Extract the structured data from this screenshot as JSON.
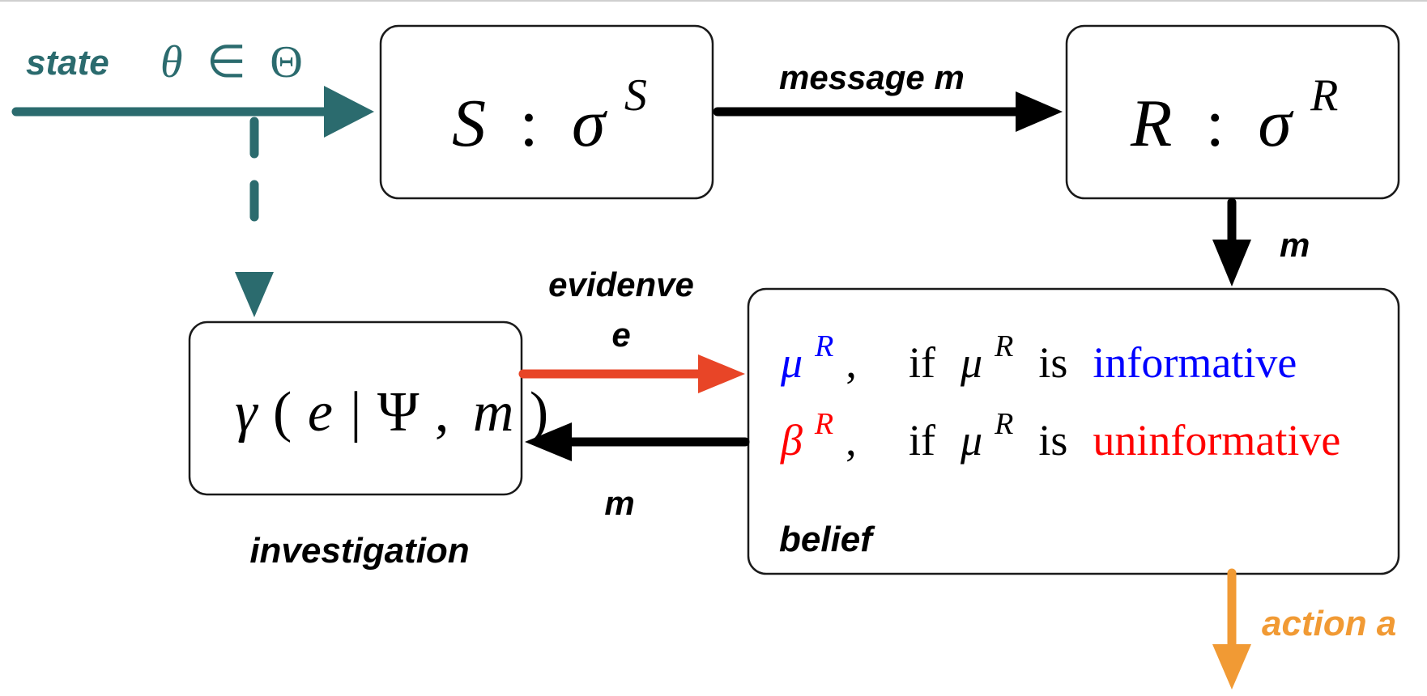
{
  "colors": {
    "teal": "#2b6b6e",
    "black": "#000000",
    "red": "#e84527",
    "orange": "#f19a34",
    "blue": "#0000ff",
    "math_red": "#ff0000",
    "box_border": "#1a1a1a"
  },
  "labels": {
    "state": "state",
    "message_m": "message m",
    "m_right": "m",
    "evidence_line1": "evidenve",
    "evidence_line2": "e",
    "m_bottom": "m",
    "investigation": "investigation",
    "belief": "belief",
    "action": "action a"
  },
  "math": {
    "theta": "θ",
    "in": "∈",
    "Theta": "Θ",
    "sender_symbol": "S",
    "receiver_symbol": "R",
    "colon": ":",
    "sigma": "σ",
    "sender_sup": "S",
    "receiver_sup": "R",
    "gamma": "γ",
    "lparen": "(",
    "e": "e",
    "bar": "|",
    "Psi": "Ψ",
    "comma": ",",
    "m": "m",
    "rparen": ")",
    "mu": "μ",
    "beta": "β",
    "sup_R": "R",
    "if": "if",
    "is": "is",
    "informative": "informative",
    "uninformative": "uninformative"
  }
}
